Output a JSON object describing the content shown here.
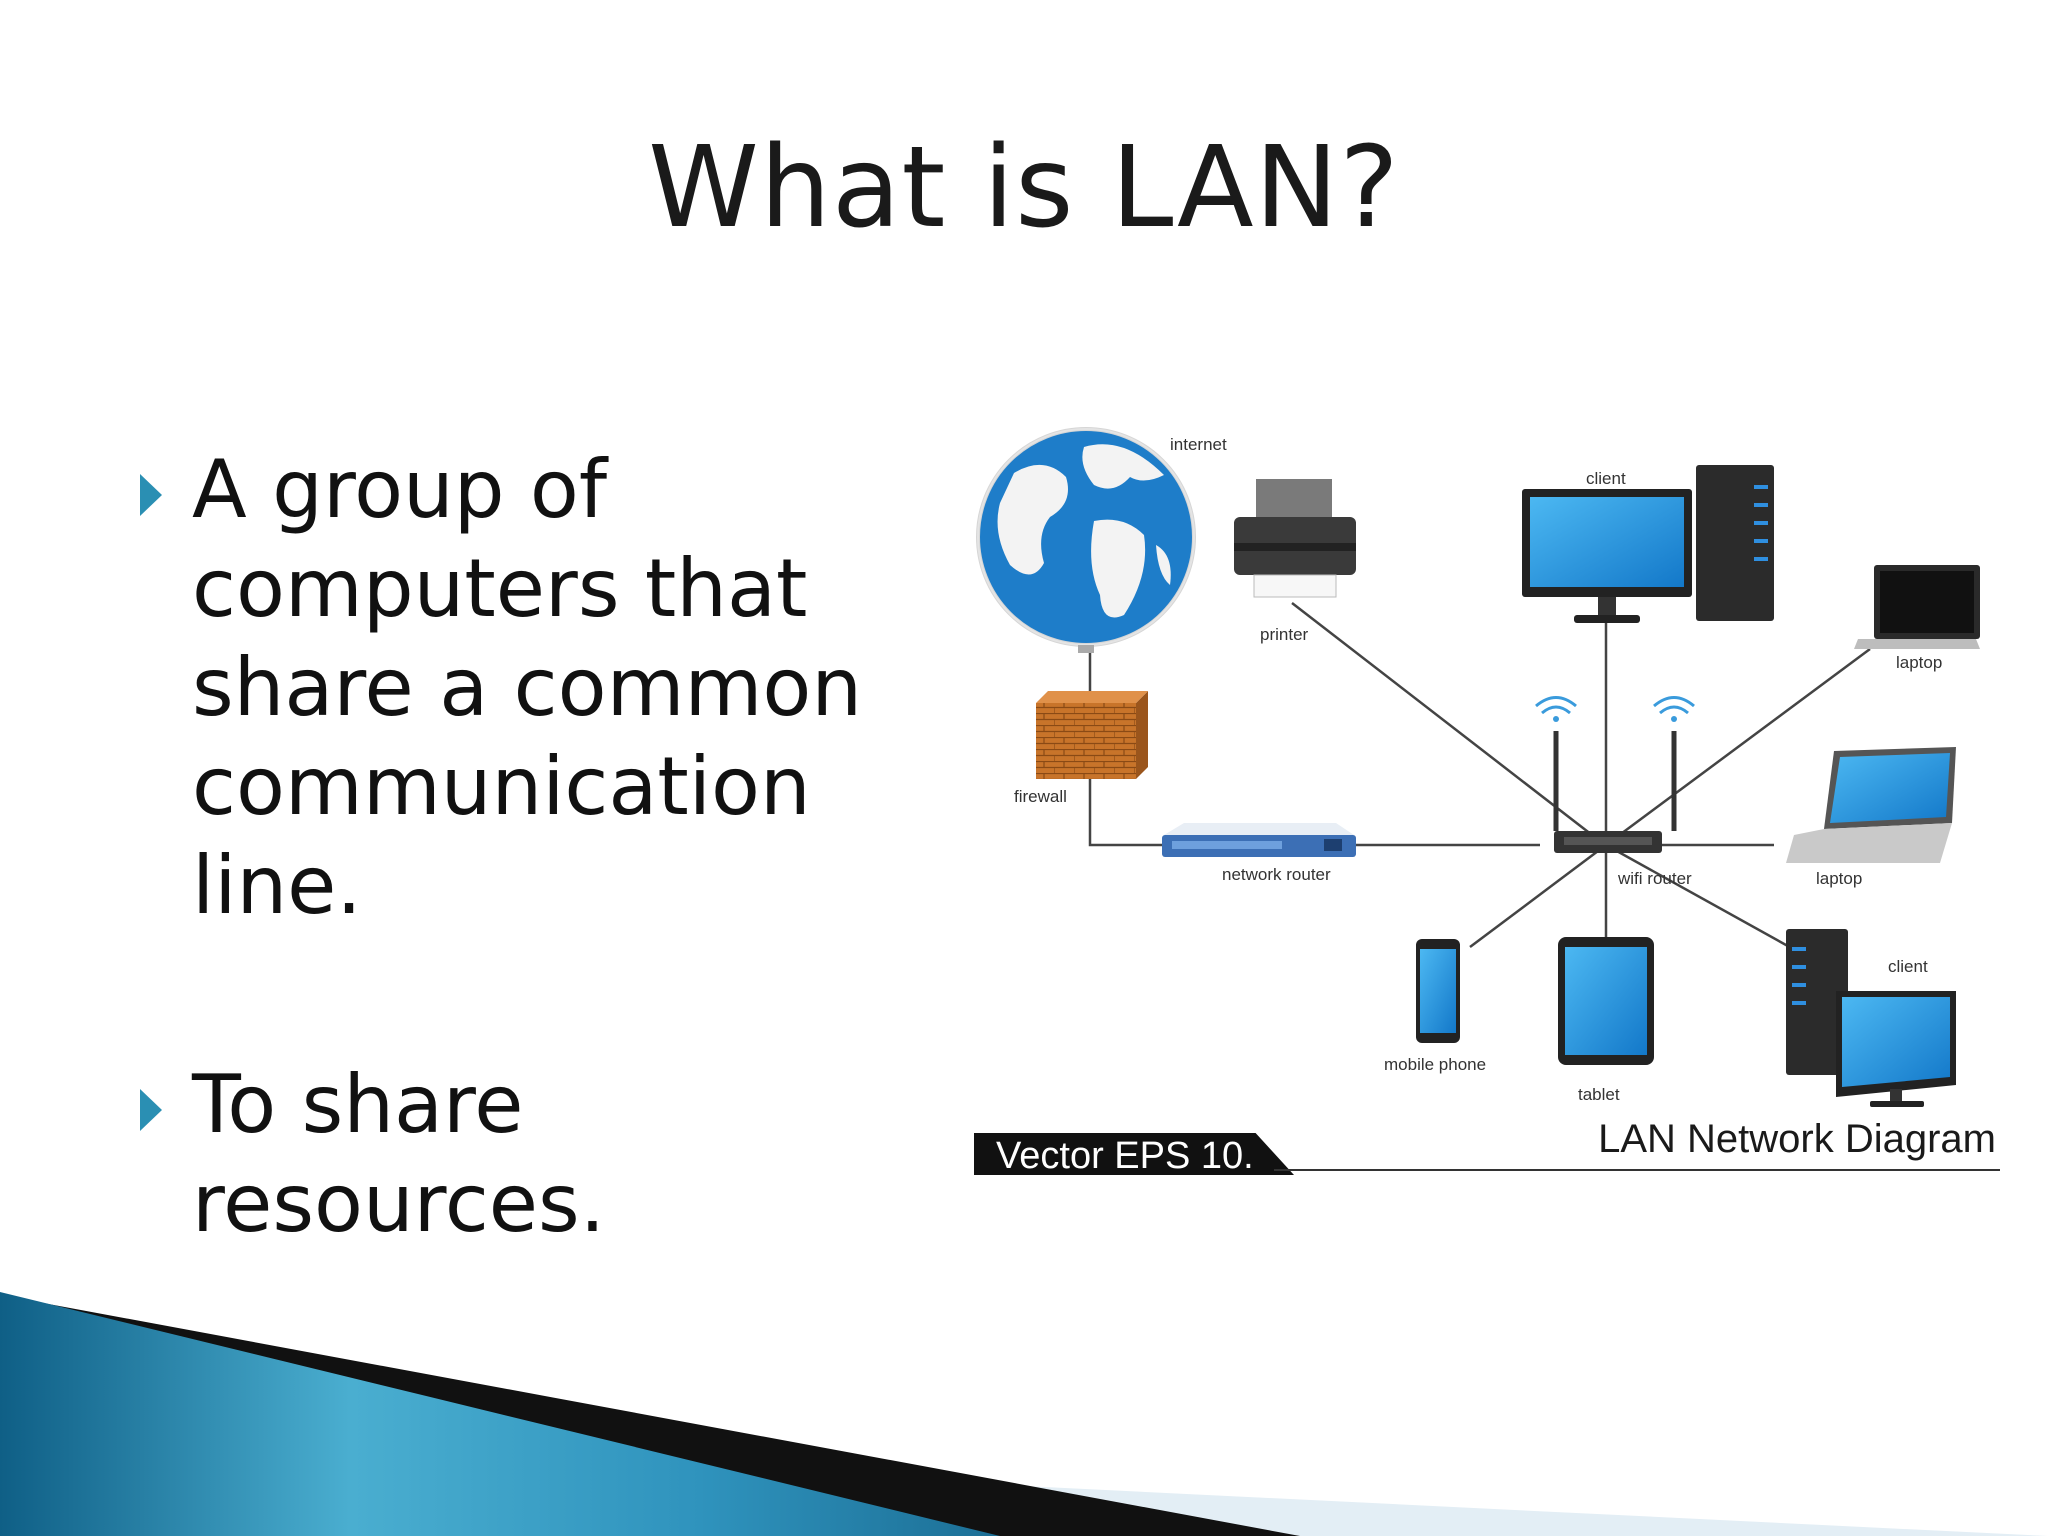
{
  "slide": {
    "title": "What is LAN?",
    "bullets": [
      "A group of computers that share a common communication line.",
      "To share resources."
    ]
  },
  "diagram": {
    "labels": {
      "internet": "internet",
      "printer": "printer",
      "client_top": "client",
      "laptop_top": "laptop",
      "firewall": "firewall",
      "network_router": "network router",
      "wifi_router": "wifi router",
      "laptop_right": "laptop",
      "client_bottom": "client",
      "mobile_phone": "mobile phone",
      "tablet": "tablet"
    },
    "caption_left": "Vector EPS 10.",
    "caption_right": "LAN Network Diagram"
  },
  "colors": {
    "accent": "#2a8fb3",
    "device_blue": "#1e88d8",
    "firewall_orange": "#c8742a"
  }
}
